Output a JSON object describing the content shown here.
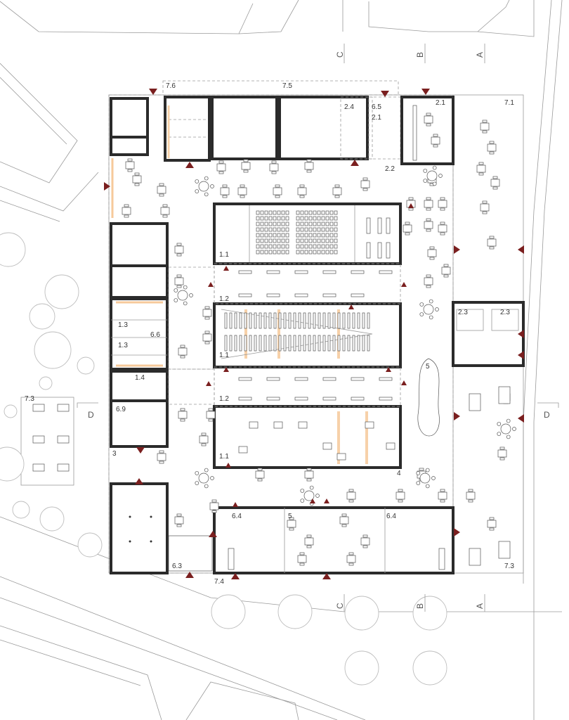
{
  "plan": {
    "room_labels": [
      {
        "id": "r76",
        "text": "7.6"
      },
      {
        "id": "r75",
        "text": "7.5"
      },
      {
        "id": "r24",
        "text": "2.4"
      },
      {
        "id": "r65",
        "text": "6.5"
      },
      {
        "id": "r21a",
        "text": "2.1"
      },
      {
        "id": "r21b",
        "text": "2.1"
      },
      {
        "id": "r71",
        "text": "7.1"
      },
      {
        "id": "r22",
        "text": "2.2"
      },
      {
        "id": "r11a",
        "text": "1.1"
      },
      {
        "id": "r12a",
        "text": "1.2"
      },
      {
        "id": "r13a",
        "text": "1.3"
      },
      {
        "id": "r66",
        "text": "6.6"
      },
      {
        "id": "r13b",
        "text": "1.3"
      },
      {
        "id": "r11b",
        "text": "1.1"
      },
      {
        "id": "r14",
        "text": "1.4"
      },
      {
        "id": "r12b",
        "text": "1.2"
      },
      {
        "id": "r23a",
        "text": "2.3"
      },
      {
        "id": "r23b",
        "text": "2.3"
      },
      {
        "id": "r5a",
        "text": "5"
      },
      {
        "id": "r73a",
        "text": "7.3"
      },
      {
        "id": "r69",
        "text": "6.9"
      },
      {
        "id": "r11c",
        "text": "1.1"
      },
      {
        "id": "r3",
        "text": "3"
      },
      {
        "id": "r4",
        "text": "4"
      },
      {
        "id": "r64a",
        "text": "6.4"
      },
      {
        "id": "r5b",
        "text": "5"
      },
      {
        "id": "r64b",
        "text": "6.4"
      },
      {
        "id": "r63",
        "text": "6.3"
      },
      {
        "id": "r74",
        "text": "7.4"
      },
      {
        "id": "r73b",
        "text": "7.3"
      }
    ],
    "section_markers": {
      "top": [
        "C",
        "B",
        "A"
      ],
      "bottom": [
        "C",
        "B",
        "A"
      ],
      "left": "D",
      "right": "D"
    },
    "colors": {
      "wall": "#2b2b2b",
      "entrance": "#7a1f1f",
      "highlight": "#f6c99a",
      "context": "#9a9a9a"
    }
  }
}
